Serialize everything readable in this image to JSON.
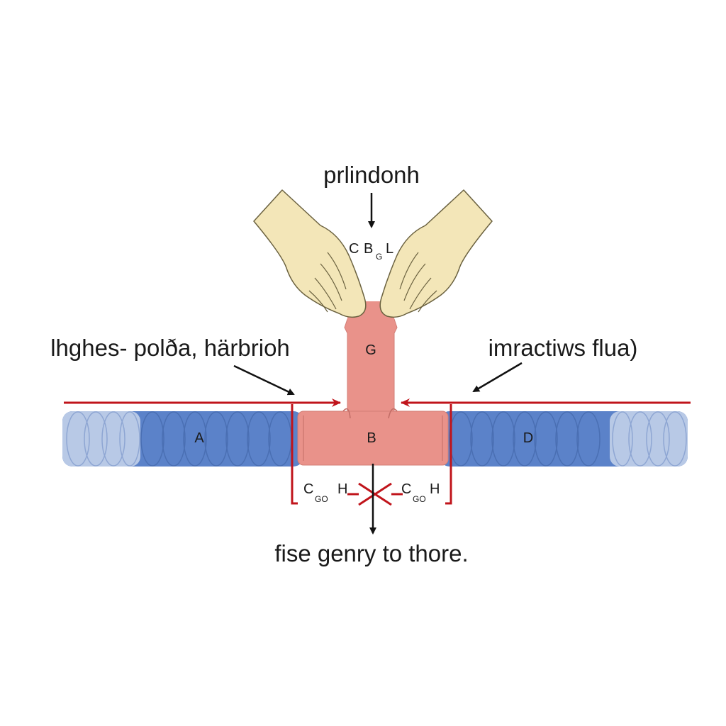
{
  "labels": {
    "top": "prlindonh",
    "top_code_c": "C",
    "top_code_b": "B",
    "top_code_sub": "G",
    "top_code_l": "L",
    "left": "lhghes- polða, härbrioh",
    "right": "imractiws flua)",
    "bottom": "fise genry to thore.",
    "part_a": "A",
    "part_b": "B",
    "part_d": "D",
    "part_g": "G",
    "left_code_c": "C",
    "left_code_sub": "GO",
    "left_code_h": "H",
    "right_code_c": "C",
    "right_code_sub": "GO",
    "right_code_h": "H"
  },
  "colors": {
    "pipe_blue": "#5b82c9",
    "pipe_end": "#b8c9e6",
    "joint_pink": "#e9928a",
    "hand": "#f3e6b8",
    "red_line": "#c0141b",
    "arrow": "#111111"
  }
}
